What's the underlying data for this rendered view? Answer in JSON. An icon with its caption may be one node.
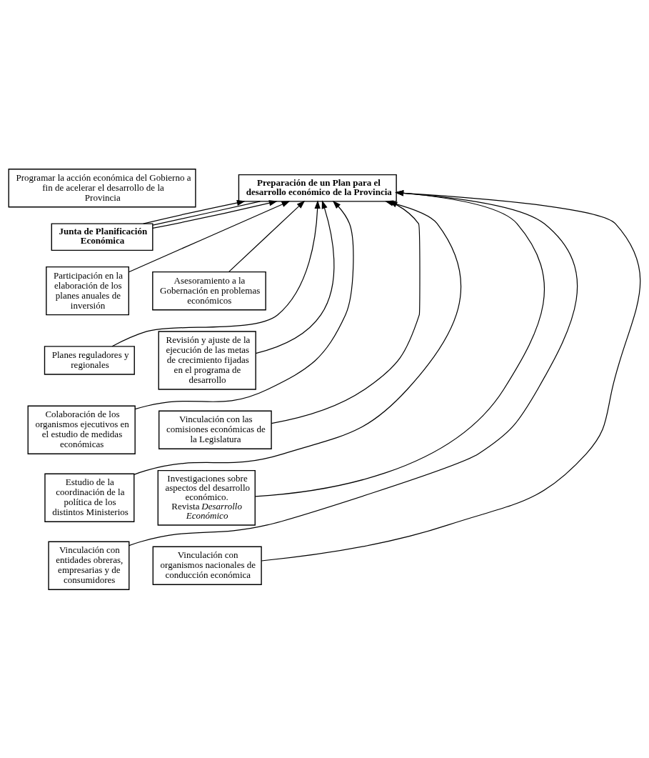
{
  "diagram": {
    "nodes": [
      {
        "text": [
          "Programar la acción económica del Gobierno a fin de acelerar el desarrollo de la Provincia"
        ]
      },
      {
        "text": [
          "Junta de Planificación Económica"
        ]
      },
      {
        "text": [
          "Participación en la elaboración de los planes anuales de inversión"
        ]
      },
      {
        "text": [
          "Asesoramiento a la Gobernación en problemas económicos"
        ]
      },
      {
        "text": [
          "Planes reguladores y regionales"
        ]
      },
      {
        "text": [
          "Revisión y ajuste de la ejecución de las metas de crecimiento fijadas en el programa de desarrollo"
        ]
      },
      {
        "text": [
          "Colaboración de los organismos ejecutivos en el estudio de medidas económicas"
        ]
      },
      {
        "text": [
          "Vinculación con las comisiones económicas de la Legislatura"
        ]
      },
      {
        "text": [
          "Estudio de la coordinación de la política de los distintos Ministerios"
        ]
      },
      {
        "text": [
          "Investigaciones sobre aspectos del desarrollo económico.",
          "Revista *Desarrollo Económico*"
        ]
      },
      {
        "text": [
          "Vinculación con entidades obreras, empresarias y de consumidores"
        ]
      },
      {
        "text": [
          "Vinculación con organismos nacionales de conducción económica"
        ]
      },
      {
        "text": [
          "Preparación de un Plan para el desarrollo económico de la Provincia"
        ]
      }
    ],
    "edges": [
      {
        "from": 1,
        "to": 12,
        "arrow": "to"
      },
      {
        "from": 1,
        "to": 12,
        "arrow": "none"
      },
      {
        "from": 1,
        "to": 12,
        "arrow": "to"
      },
      {
        "from": 2,
        "to": 12,
        "arrow": "to"
      },
      {
        "from": 3,
        "to": 12,
        "arrow": "to"
      },
      {
        "from": 4,
        "to": 12,
        "arrow": "to"
      },
      {
        "from": 5,
        "to": 12,
        "arrow": "to"
      },
      {
        "from": 6,
        "to": 12,
        "arrow": "to"
      },
      {
        "from": 7,
        "to": 12,
        "arrow": "to"
      },
      {
        "from": 8,
        "to": 12,
        "arrow": "to"
      },
      {
        "from": 9,
        "to": 12,
        "arrow": "to"
      },
      {
        "from": 10,
        "to": 12,
        "arrow": "to"
      },
      {
        "from": 11,
        "to": 12,
        "arrow": "to"
      }
    ]
  }
}
